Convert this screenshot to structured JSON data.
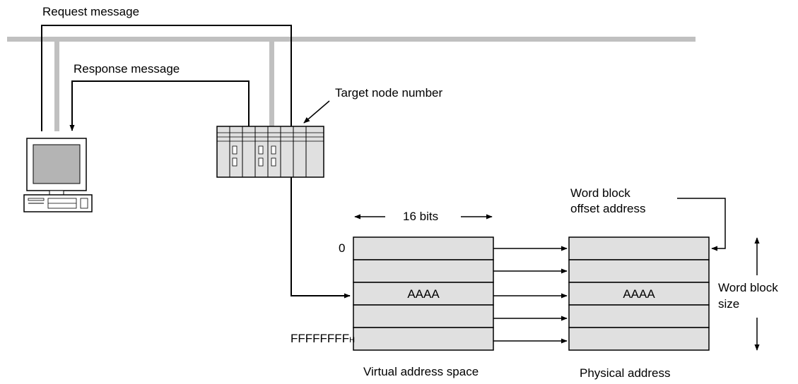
{
  "labels": {
    "request_message": "Request message",
    "response_message": "Response message",
    "target_node_number": "Target node number",
    "word_block_offset_line1": "Word block",
    "word_block_offset_line2": "offset address",
    "bit_width": "16 bits",
    "address_start": "0",
    "address_end": "FFFFFFFF",
    "address_end_suffix": "H",
    "word_block_size_line1": "Word block",
    "word_block_size_line2": "size",
    "virtual_caption": "Virtual address space",
    "physical_caption": "Physical address"
  },
  "virtual_cells": [
    "",
    "",
    "AAAA",
    "",
    ""
  ],
  "physical_cells": [
    "",
    "",
    "AAAA",
    "",
    ""
  ],
  "colors": {
    "network_line": "#c0c0c0",
    "cell_fill": "#e0e0e0",
    "monitor_screen": "#b4b4b4",
    "stroke": "#000000"
  }
}
